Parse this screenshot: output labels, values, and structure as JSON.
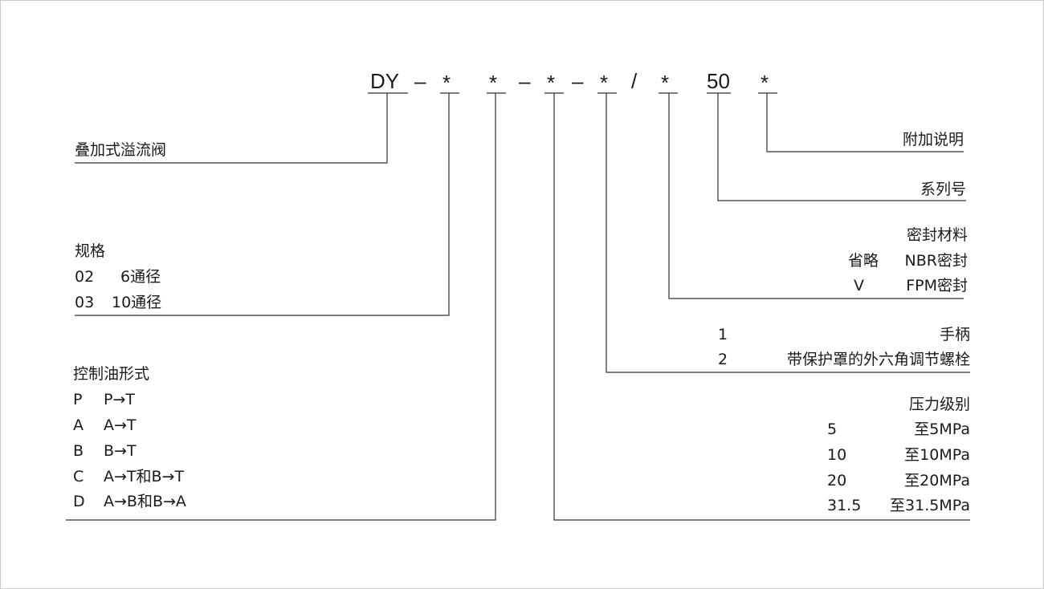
{
  "model_code": {
    "dy": "DY",
    "dash1": "–",
    "star1": "*",
    "star2": "*",
    "dash2": "–",
    "star3": "*",
    "dash3": "–",
    "star4": "*",
    "slash": "/",
    "star5": "*",
    "series_num": "50",
    "star6": "*"
  },
  "left": {
    "type_title": "叠加式溢流阀",
    "spec": {
      "title": "规格",
      "rows": [
        {
          "code": "02",
          "desc": "6通径"
        },
        {
          "code": "03",
          "desc": "10通径"
        }
      ]
    },
    "control": {
      "title": "控制油形式",
      "rows": [
        {
          "code": "P",
          "desc": "P→T"
        },
        {
          "code": "A",
          "desc": "A→T"
        },
        {
          "code": "B",
          "desc": "B→T"
        },
        {
          "code": "C",
          "desc": "A→T和B→T"
        },
        {
          "code": "D",
          "desc": "A→B和B→A"
        }
      ]
    }
  },
  "right": {
    "extra_note": "附加说明",
    "series_no": "系列号",
    "seal": {
      "title": "密封材料",
      "rows": [
        {
          "code": "省略",
          "desc": "NBR密封"
        },
        {
          "code": "V",
          "desc": "FPM密封"
        }
      ]
    },
    "adjust": {
      "rows": [
        {
          "code": "1",
          "desc": "手柄"
        },
        {
          "code": "2",
          "desc": "带保护罩的外六角调节螺栓"
        }
      ]
    },
    "pressure": {
      "title": "压力级别",
      "rows": [
        {
          "code": "5",
          "desc": "至5MPa"
        },
        {
          "code": "10",
          "desc": "至10MPa"
        },
        {
          "code": "20",
          "desc": "至20MPa"
        },
        {
          "code": "31.5",
          "desc": "至31.5MPa"
        }
      ]
    }
  },
  "line_color": "#333333"
}
